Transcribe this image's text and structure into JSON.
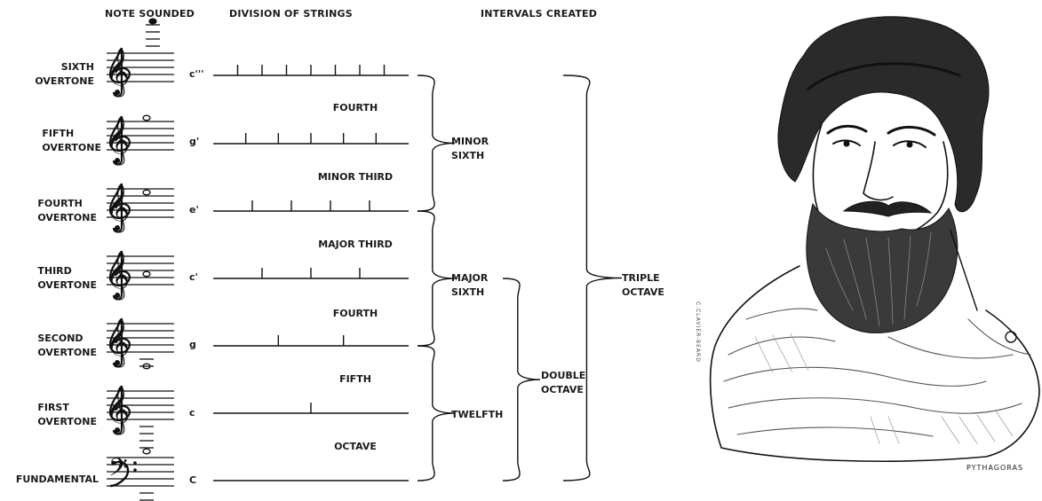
{
  "headers": {
    "note_sounded": "NOTE SOUNDED",
    "division_of_strings": "DIVISION OF STRINGS",
    "intervals_created": "INTERVALS CREATED"
  },
  "rows": [
    {
      "label_line1": "SIXTH",
      "label_line2": "OVERTONE",
      "note": "c'''",
      "divisions": 8
    },
    {
      "label_line1": "FIFTH",
      "label_line2": "OVERTONE",
      "note": "g'",
      "divisions": 6
    },
    {
      "label_line1": "FOURTH",
      "label_line2": "OVERTONE",
      "note": "e'",
      "divisions": 5
    },
    {
      "label_line1": "THIRD",
      "label_line2": "OVERTONE",
      "note": "c'",
      "divisions": 4
    },
    {
      "label_line1": "SECOND",
      "label_line2": "OVERTONE",
      "note": "g",
      "divisions": 3
    },
    {
      "label_line1": "FIRST",
      "label_line2": "OVERTONE",
      "note": "c",
      "divisions": 2
    },
    {
      "label_line1": "FUNDAMENTAL",
      "label_line2": "",
      "note": "C",
      "divisions": 1
    }
  ],
  "between_intervals": [
    "FOURTH",
    "MINOR THIRD",
    "MAJOR THIRD",
    "FOURTH",
    "FIFTH",
    "OCTAVE"
  ],
  "groups": {
    "minor_sixth": {
      "line1": "MINOR",
      "line2": "SIXTH"
    },
    "major_sixth": {
      "line1": "MAJOR",
      "line2": "SIXTH"
    },
    "twelfth": {
      "line1": "TWELFTH"
    },
    "double_octave": {
      "line1": "DOUBLE",
      "line2": "OCTAVE"
    },
    "triple_octave": {
      "line1": "TRIPLE",
      "line2": "OCTAVE"
    }
  },
  "portrait": {
    "signature": "PYTHAGORAS",
    "artist_credit": "C.CLAVIER-BEARD"
  },
  "icons": {
    "treble_clef": "treble-clef-icon",
    "bass_clef": "bass-clef-icon"
  }
}
